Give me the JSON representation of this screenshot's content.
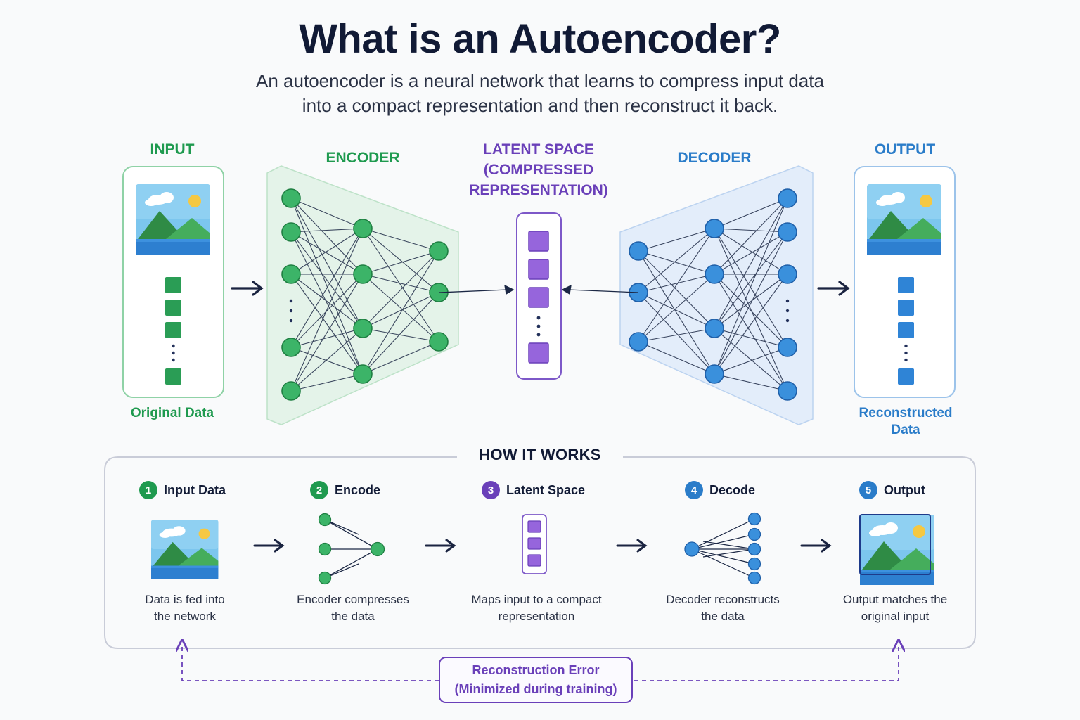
{
  "title": "What is an Autoencoder?",
  "subtitle_lines": [
    "An autoencoder is a neural network that learns to compress input data",
    "into a compact representation and then reconstruct it back."
  ],
  "sections": {
    "input": "INPUT",
    "encoder": "ENCODER",
    "latent_lines": [
      "LATENT SPACE",
      "(COMPRESSED",
      "REPRESENTATION)"
    ],
    "decoder": "DECODER",
    "output": "OUTPUT"
  },
  "captions": {
    "original": "Original Data",
    "reconstructed_lines": [
      "Reconstructed",
      "Data"
    ]
  },
  "how_it_works": {
    "title": "HOW IT WORKS",
    "steps": [
      {
        "num": "1",
        "label": "Input Data",
        "desc_lines": [
          "Data is fed into",
          "the network"
        ],
        "color": "#1f9a4f"
      },
      {
        "num": "2",
        "label": "Encode",
        "desc_lines": [
          "Encoder compresses",
          "the data"
        ],
        "color": "#1f9a4f"
      },
      {
        "num": "3",
        "label": "Latent Space",
        "desc_lines": [
          "Maps input to a compact",
          "representation"
        ],
        "color": "#6a40b9"
      },
      {
        "num": "4",
        "label": "Decode",
        "desc_lines": [
          "Decoder reconstructs",
          "the data"
        ],
        "color": "#2a7cc9"
      },
      {
        "num": "5",
        "label": "Output",
        "desc_lines": [
          "Output matches the",
          "original input"
        ],
        "color": "#2a7cc9"
      }
    ]
  },
  "reconstruction_error_lines": [
    "Reconstruction Error",
    "(Minimized during training)"
  ],
  "colors": {
    "encoder": "#1f9a4f",
    "latent": "#6a40b9",
    "decoder": "#2a7cc9",
    "text": "#111a35"
  },
  "icons": [
    "landscape-image-icon",
    "arrow-right-icon",
    "neural-network-icon",
    "vector-icon",
    "dashed-arrow-icon"
  ]
}
